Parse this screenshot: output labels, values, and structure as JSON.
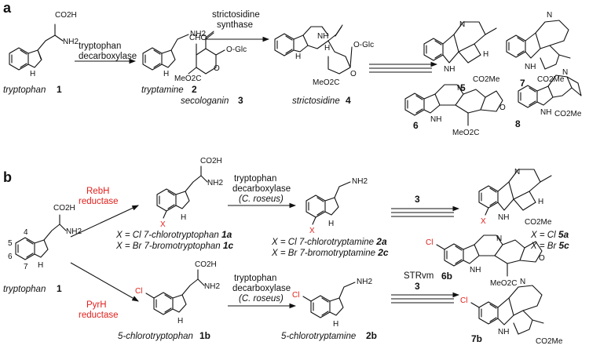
{
  "panels": {
    "a": {
      "label": "a",
      "compounds": {
        "tryptophan": {
          "name": "tryptophan",
          "number": "1"
        },
        "tryptamine": {
          "name": "tryptamine",
          "number": "2"
        },
        "secologanin": {
          "name": "secologanin",
          "number": "3"
        },
        "strictosidine": {
          "name": "strictosidine",
          "number": "4"
        },
        "p5": {
          "number": "5"
        },
        "p6": {
          "number": "6"
        },
        "p7": {
          "number": "7"
        },
        "p8": {
          "number": "8"
        }
      },
      "enzymes": {
        "decarboxylase_line1": "tryptophan",
        "decarboxylase_line2": "decarboxylase",
        "synthase_line1": "strictosidine",
        "synthase_line2": "synthase"
      }
    },
    "b": {
      "label": "b",
      "start": {
        "name": "tryptophan",
        "number": "1"
      },
      "ring_positions": [
        "4",
        "5",
        "6",
        "7"
      ],
      "enzymes": {
        "rebh_line1": "RebH",
        "rebh_line2": "reductase",
        "pyrh_line1": "PyrH",
        "pyrh_line2": "reductase",
        "decarb1_line1": "tryptophan",
        "decarb1_line2": "decarboxylase",
        "decarb1_line3": "(C. roseus)",
        "decarb2_line1": "tryptophan",
        "decarb2_line2": "decarboxylase",
        "decarb2_line3": "(C. roseus)",
        "str_vm": "STRvm"
      },
      "halotryptophans": {
        "cl7": {
          "prefix": "X = Cl",
          "name": "7-chlorotryptophan",
          "number": "1a"
        },
        "br7": {
          "prefix": "X = Br",
          "name": "7-bromotryptophan",
          "number": "1c"
        },
        "cl5": {
          "name": "5-chlorotryptophan",
          "number": "1b"
        }
      },
      "halotryptamines": {
        "cl7": {
          "prefix": "X = Cl",
          "name": "7-chlorotryptamine",
          "number": "2a"
        },
        "br7": {
          "prefix": "X = Br",
          "name": "7-bromotryptamine",
          "number": "2c"
        },
        "cl5": {
          "name": "5-chlorotryptamine",
          "number": "2b"
        }
      },
      "reagent_3_top": "3",
      "reagent_3_bottom": "3",
      "products": {
        "p5a": {
          "prefix": "X = Cl",
          "number": "5a"
        },
        "p5c": {
          "prefix": "X = Br",
          "number": "5c"
        },
        "p6b": {
          "number": "6b"
        },
        "p7b": {
          "number": "7b"
        }
      }
    }
  },
  "atoms": {
    "co2h": "CO2H",
    "nh2": "NH2",
    "nh": "NH",
    "h_indole": "H",
    "n": "N",
    "o": "O",
    "oglc": "O-Glc",
    "cho": "CHO",
    "meo2c": "MeO2C",
    "co2me": "CO2Me",
    "cl": "Cl",
    "x": "X",
    "h": "H"
  },
  "colors": {
    "accent_red": "#e0201b",
    "ink": "#111111"
  }
}
